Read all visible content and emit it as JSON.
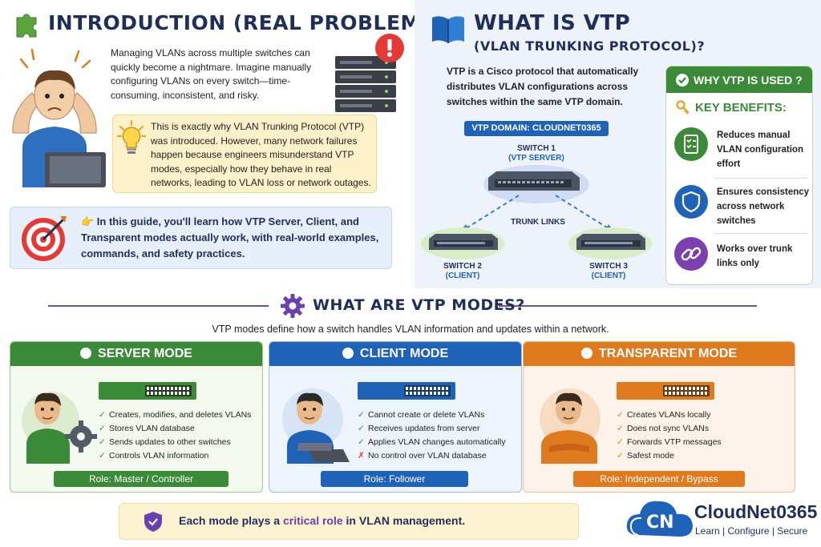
{
  "intro": {
    "title": "INTRODUCTION (REAL PROBLEM)",
    "paragraph": "Managing VLANs across multiple switches can quickly become a nightmare. Imagine manually configuring VLANs on every switch—time-consuming, inconsistent, and risky.",
    "highlight": "This is exactly why VLAN Trunking Protocol (VTP) was introduced. However, many network failures happen because engineers misunderstand VTP modes, especially how they behave in real networks, leading to VLAN loss or network outages.",
    "guide": "👉 In this guide, you'll learn how VTP Server, Client, and Transparent modes actually work, with real-world examples, commands, and safety practices."
  },
  "what_is": {
    "title": "WHAT IS VTP",
    "subtitle": "(VLAN TRUNKING PROTOCOL)?",
    "description": "VTP is a Cisco protocol that automatically distributes VLAN configurations across switches within the same VTP domain.",
    "domain_label": "VTP DOMAIN: CLOUDNET0365",
    "switch1": "SWITCH 1",
    "switch1_role": "(VTP SERVER)",
    "trunk_label": "TRUNK LINKS",
    "switch2": "SWITCH 2",
    "switch2_role": "(CLIENT)",
    "switch3": "SWITCH 3",
    "switch3_role": "(CLIENT)"
  },
  "why": {
    "title": "WHY VTP IS USED ?",
    "benefits_title": "KEY BENEFITS:",
    "benefits": [
      {
        "text": "Reduces manual VLAN configuration effort",
        "icon": "checklist-icon",
        "color": "#3b8a37"
      },
      {
        "text": "Ensures consistency across network switches",
        "icon": "shield-icon",
        "color": "#1f63b8"
      },
      {
        "text": "Works over trunk links only",
        "icon": "link-icon",
        "color": "#7b3fb0"
      }
    ]
  },
  "modes": {
    "title": "WHAT ARE VTP MODES?",
    "description": "VTP modes define how a switch handles VLAN information and updates within a network.",
    "server": {
      "title": "SERVER MODE",
      "color": "#3b8a37",
      "items": [
        "Creates, modifies, and deletes VLANs",
        "Stores VLAN database",
        "Sends updates to other switches",
        "Controls VLAN information"
      ],
      "role": "Role: Master / Controller"
    },
    "client": {
      "title": "CLIENT MODE",
      "color": "#1f63b8",
      "items": [
        "Cannot create or delete VLANs",
        "Receives updates from server",
        "Applies VLAN changes automatically",
        "No control over VLAN database"
      ],
      "role": "Role: Follower"
    },
    "transparent": {
      "title": "TRANSPARENT MODE",
      "color": "#e07a1f",
      "items": [
        "Creates VLANs locally",
        "Does not sync VLANs",
        "Forwards VTP messages",
        "Safest mode"
      ],
      "role": "Role: Independent / Bypass"
    }
  },
  "footer": {
    "text_before": "Each mode plays a ",
    "text_highlight": "critical role",
    "text_after": " in VLAN management.",
    "logo_mark": "CN",
    "brand": "CloudNet0365",
    "tagline": "Learn | Configure | Secure"
  }
}
